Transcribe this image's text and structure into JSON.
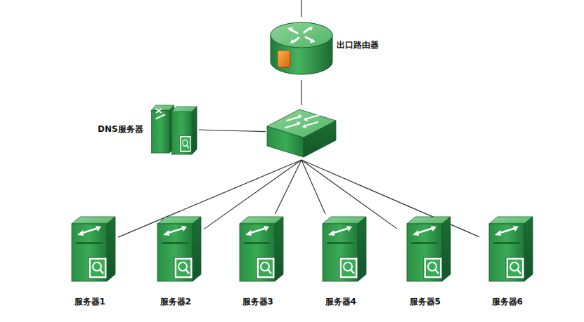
{
  "diagram": {
    "nodes": [
      {
        "text": [
          "出口路由器"
        ]
      },
      {
        "text": []
      },
      {
        "text": [
          "DNS服务器"
        ]
      },
      {
        "text": [
          "服务器1"
        ]
      },
      {
        "text": [
          "服务器2"
        ]
      },
      {
        "text": [
          "服务器3"
        ]
      },
      {
        "text": [
          "服务器4"
        ]
      },
      {
        "text": [
          "服务器5"
        ]
      },
      {
        "text": [
          "服务器6"
        ]
      }
    ],
    "edges": [
      {
        "from": 0,
        "to": 1,
        "arrow": "none"
      },
      {
        "from": 1,
        "to": 2,
        "arrow": "none"
      },
      {
        "from": 1,
        "to": 3,
        "arrow": "none"
      },
      {
        "from": 1,
        "to": 4,
        "arrow": "none"
      },
      {
        "from": 1,
        "to": 5,
        "arrow": "none"
      },
      {
        "from": 1,
        "to": 6,
        "arrow": "none"
      },
      {
        "from": 1,
        "to": 7,
        "arrow": "none"
      },
      {
        "from": 1,
        "to": 8,
        "arrow": "none"
      }
    ]
  }
}
